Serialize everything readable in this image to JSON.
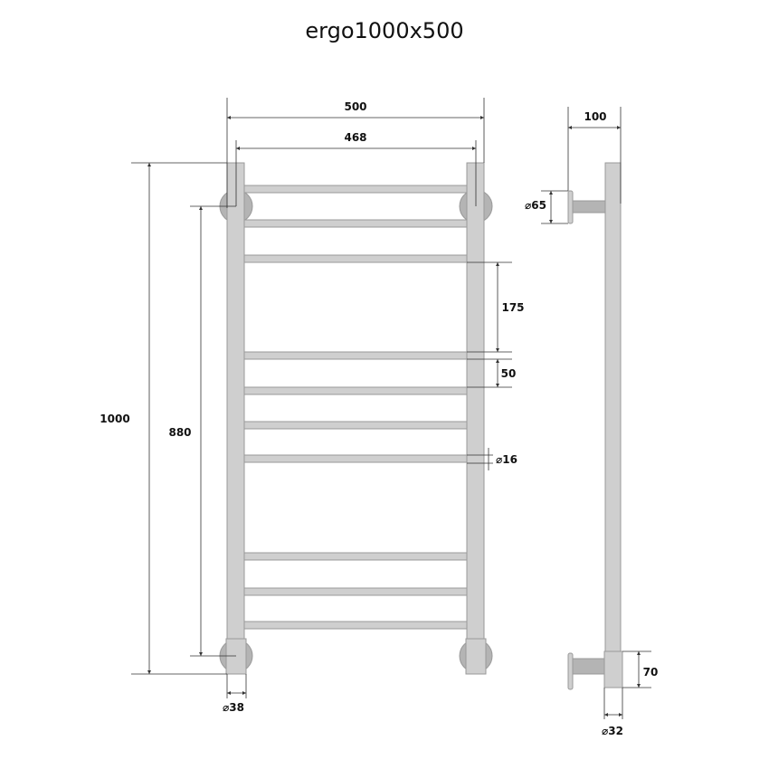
{
  "title": "ergo1000x500",
  "dimensions": {
    "overall_width": "500",
    "center_width": "468",
    "overall_height": "1000",
    "center_height": "880",
    "rung_gap": "175",
    "rung_pitch": "50",
    "rung_diameter": "⌀16",
    "post_diameter": "⌀38",
    "wall_depth": "100",
    "flange_diameter": "⌀65",
    "bottom_block": "70",
    "side_post_diameter": "⌀32"
  },
  "colors": {
    "tube": "#cfcfcf",
    "mount": "#b4b4b4",
    "line": "#333333"
  }
}
